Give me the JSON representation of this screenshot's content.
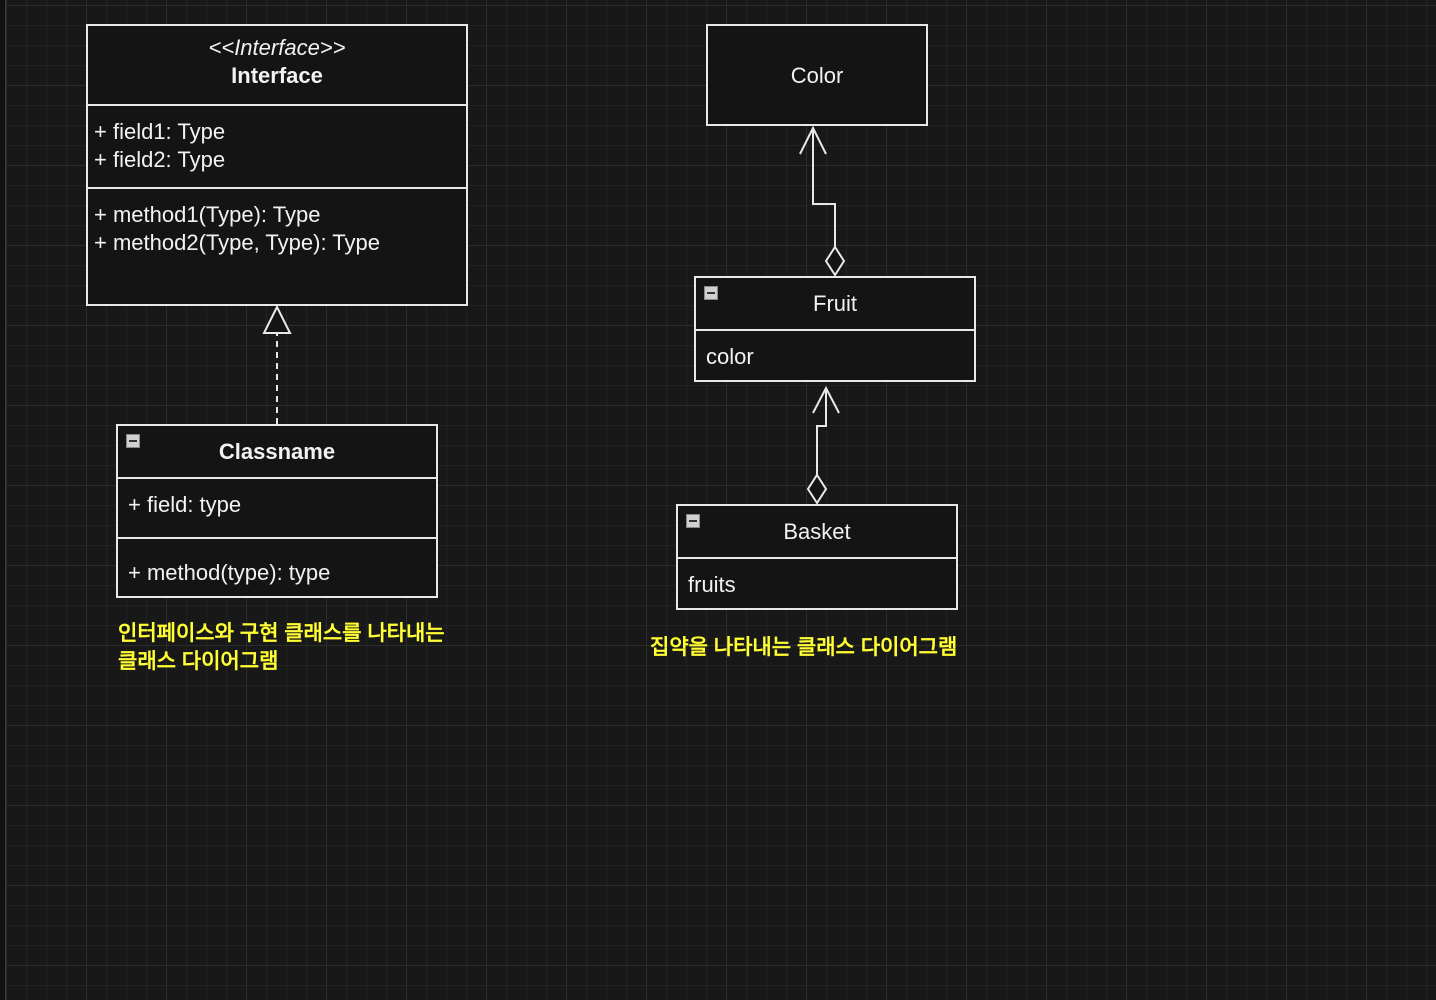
{
  "interface_box": {
    "stereotype": "<<Interface>>",
    "name": "Interface",
    "fields": [
      "+ field1: Type",
      "+ field2: Type"
    ],
    "methods": [
      "+ method1(Type): Type",
      "+ method2(Type, Type): Type"
    ]
  },
  "classname_box": {
    "name": "Classname",
    "field": "+ field: type",
    "method": "+ method(type): type"
  },
  "color_box": {
    "name": "Color"
  },
  "fruit_box": {
    "name": "Fruit",
    "attribute": "color"
  },
  "basket_box": {
    "name": "Basket",
    "attribute": "fruits"
  },
  "notes": {
    "left": [
      "인터페이스와 구현 클래스를 나타내는",
      "클래스 다이어그램"
    ],
    "right": "집약을 나타내는 클래스 다이어그램"
  },
  "colors": {
    "background": "#181818",
    "stroke": "#e8e8e8",
    "note_text": "#ffff33"
  }
}
